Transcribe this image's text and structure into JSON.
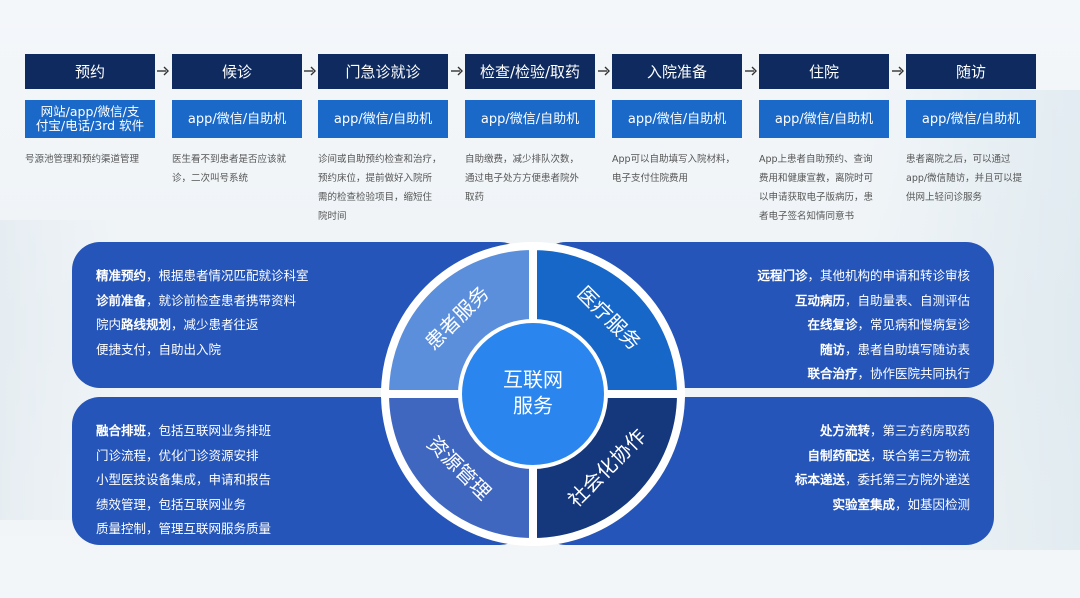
{
  "process": {
    "steps": [
      {
        "title": "预约",
        "channel_lines": [
          "网站/app/微信/支",
          "付宝/电话/3rd 软件"
        ],
        "desc": [
          "号源池管理和预约渠道管理"
        ]
      },
      {
        "title": "候诊",
        "channel": "app/微信/自助机",
        "desc": [
          "医生看不到患者是否应该就",
          "诊，二次叫号系统"
        ]
      },
      {
        "title": "门急诊就诊",
        "channel": "app/微信/自助机",
        "desc": [
          "诊间或自助预约检查和治疗，",
          "预约床位，提前做好入院所",
          "需的检查检验项目，缩短住",
          "院时间"
        ]
      },
      {
        "title": "检查/检验/取药",
        "channel": "app/微信/自助机",
        "desc": [
          "自助缴费，减少排队次数，",
          "通过电子处方方便患者院外",
          "取药"
        ]
      },
      {
        "title": "入院准备",
        "channel": "app/微信/自助机",
        "desc": [
          "App可以自助填写入院材料，",
          "电子支付住院费用"
        ]
      },
      {
        "title": "住院",
        "channel": "app/微信/自助机",
        "desc": [
          "App上患者自助预约、查询",
          "费用和健康宣教，离院时可",
          "以申请获取电子版病历，患",
          "者电子签名知情同意书"
        ]
      },
      {
        "title": "随访",
        "channel": "app/微信/自助机",
        "desc": [
          "患者离院之后，可以通过",
          "app/微信随访，并且可以提",
          "供网上轻问诊服务"
        ]
      }
    ]
  },
  "wheel": {
    "center_lines": [
      "互联网",
      "服务"
    ],
    "quadrants": {
      "top_left": {
        "label": "患者服务",
        "color": "#5b8fdc"
      },
      "top_right": {
        "label": "医疗服务",
        "color": "#1667c8"
      },
      "bottom_left": {
        "label": "资源管理",
        "color": "#3f67c0"
      },
      "bottom_right": {
        "label": "社会化协作",
        "color": "#15377c"
      }
    },
    "center_color": "#2a86ee"
  },
  "panels": {
    "top_left": [
      {
        "bold": "精准预约",
        "rest": "，根据患者情况匹配就诊科室"
      },
      {
        "bold": "诊前准备",
        "rest": "，就诊前检查患者携带资料"
      },
      {
        "pre": "院内",
        "bold": "路线规划",
        "rest": "，减少患者往返"
      },
      {
        "pre": "",
        "bold": "",
        "rest": "便捷支付，自助出入院"
      }
    ],
    "top_right": [
      {
        "bold": "远程门诊",
        "rest": "，其他机构的申请和转诊审核"
      },
      {
        "bold": "互动病历",
        "rest": "，自助量表、自测评估"
      },
      {
        "bold": "在线复诊",
        "rest": "，常见病和慢病复诊"
      },
      {
        "bold": "随访",
        "rest": "，患者自助填写随访表"
      },
      {
        "bold": "联合治疗",
        "rest": "，协作医院共同执行"
      }
    ],
    "bottom_left": [
      {
        "bold": "融合排班",
        "rest": "，包括互联网业务排班"
      },
      {
        "bold": "",
        "rest": "门诊流程，优化门诊资源安排"
      },
      {
        "bold": "",
        "rest": "小型医技设备集成，申请和报告"
      },
      {
        "bold": "",
        "rest": "绩效管理，包括互联网业务"
      },
      {
        "bold": "",
        "rest": "质量控制，管理互联网服务质量"
      }
    ],
    "bottom_right": [
      {
        "bold": "处方流转",
        "rest": "，第三方药房取药"
      },
      {
        "bold": "自制药配送",
        "rest": "，联合第三方物流"
      },
      {
        "bold": "标本递送",
        "rest": "，委托第三方院外递送"
      },
      {
        "bold": "实验室集成",
        "rest": "，如基因检测"
      }
    ]
  }
}
